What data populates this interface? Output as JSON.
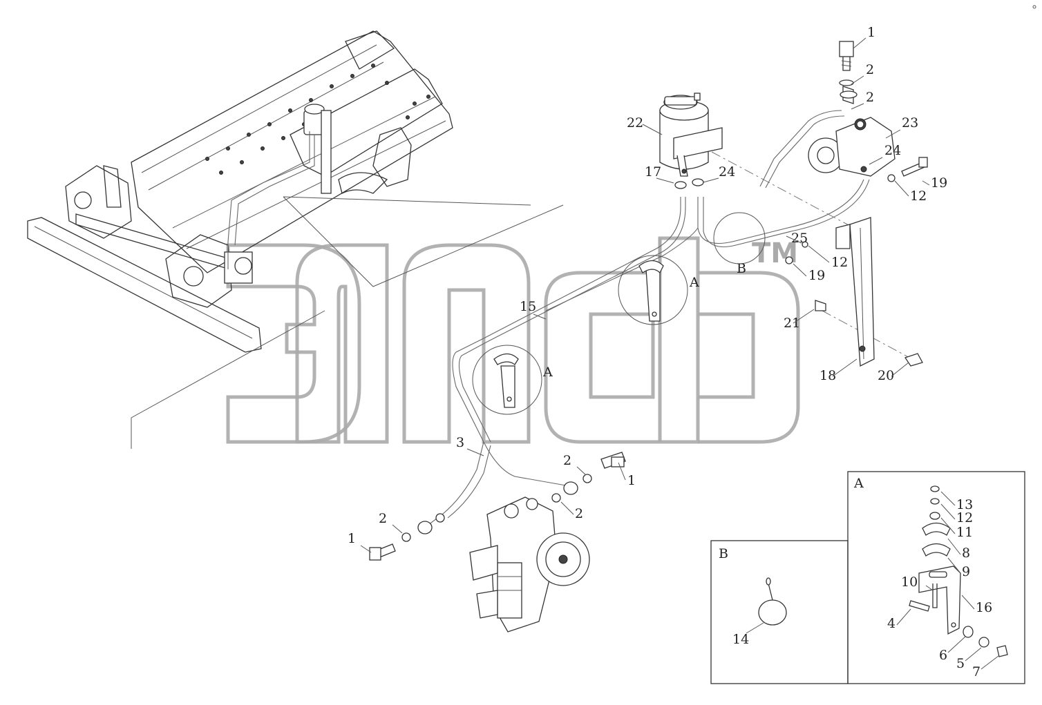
{
  "watermark": {
    "trademark": "TM"
  },
  "callouts": [
    {
      "id": "c1a",
      "text": "1"
    },
    {
      "id": "c2a",
      "text": "2"
    },
    {
      "id": "c2b",
      "text": "2"
    },
    {
      "id": "c22",
      "text": "22"
    },
    {
      "id": "c23",
      "text": "23"
    },
    {
      "id": "c24a",
      "text": "24"
    },
    {
      "id": "c17",
      "text": "17"
    },
    {
      "id": "c24b",
      "text": "24"
    },
    {
      "id": "c19a",
      "text": "19"
    },
    {
      "id": "c12a",
      "text": "12"
    },
    {
      "id": "c25",
      "text": "25"
    },
    {
      "id": "c12b",
      "text": "12"
    },
    {
      "id": "c19b",
      "text": "19"
    },
    {
      "id": "cB1",
      "text": "B"
    },
    {
      "id": "cA1",
      "text": "A"
    },
    {
      "id": "c15",
      "text": "15"
    },
    {
      "id": "c21",
      "text": "21"
    },
    {
      "id": "c18",
      "text": "18"
    },
    {
      "id": "c20",
      "text": "20"
    },
    {
      "id": "cA2",
      "text": "A"
    },
    {
      "id": "c3",
      "text": "3"
    },
    {
      "id": "c2c",
      "text": "2"
    },
    {
      "id": "c1b",
      "text": "1"
    },
    {
      "id": "c2d",
      "text": "2"
    },
    {
      "id": "c2e",
      "text": "2"
    },
    {
      "id": "c1c",
      "text": "1"
    }
  ],
  "detail_a": {
    "title": "A",
    "callouts": [
      {
        "id": "a13",
        "text": "13"
      },
      {
        "id": "a12",
        "text": "12"
      },
      {
        "id": "a11",
        "text": "11"
      },
      {
        "id": "a8",
        "text": "8"
      },
      {
        "id": "a9",
        "text": "9"
      },
      {
        "id": "a10",
        "text": "10"
      },
      {
        "id": "a16",
        "text": "16"
      },
      {
        "id": "a4",
        "text": "4"
      },
      {
        "id": "a6",
        "text": "6"
      },
      {
        "id": "a5",
        "text": "5"
      },
      {
        "id": "a7",
        "text": "7"
      }
    ]
  },
  "detail_b": {
    "title": "B",
    "callouts": [
      {
        "id": "b14",
        "text": "14"
      }
    ]
  }
}
